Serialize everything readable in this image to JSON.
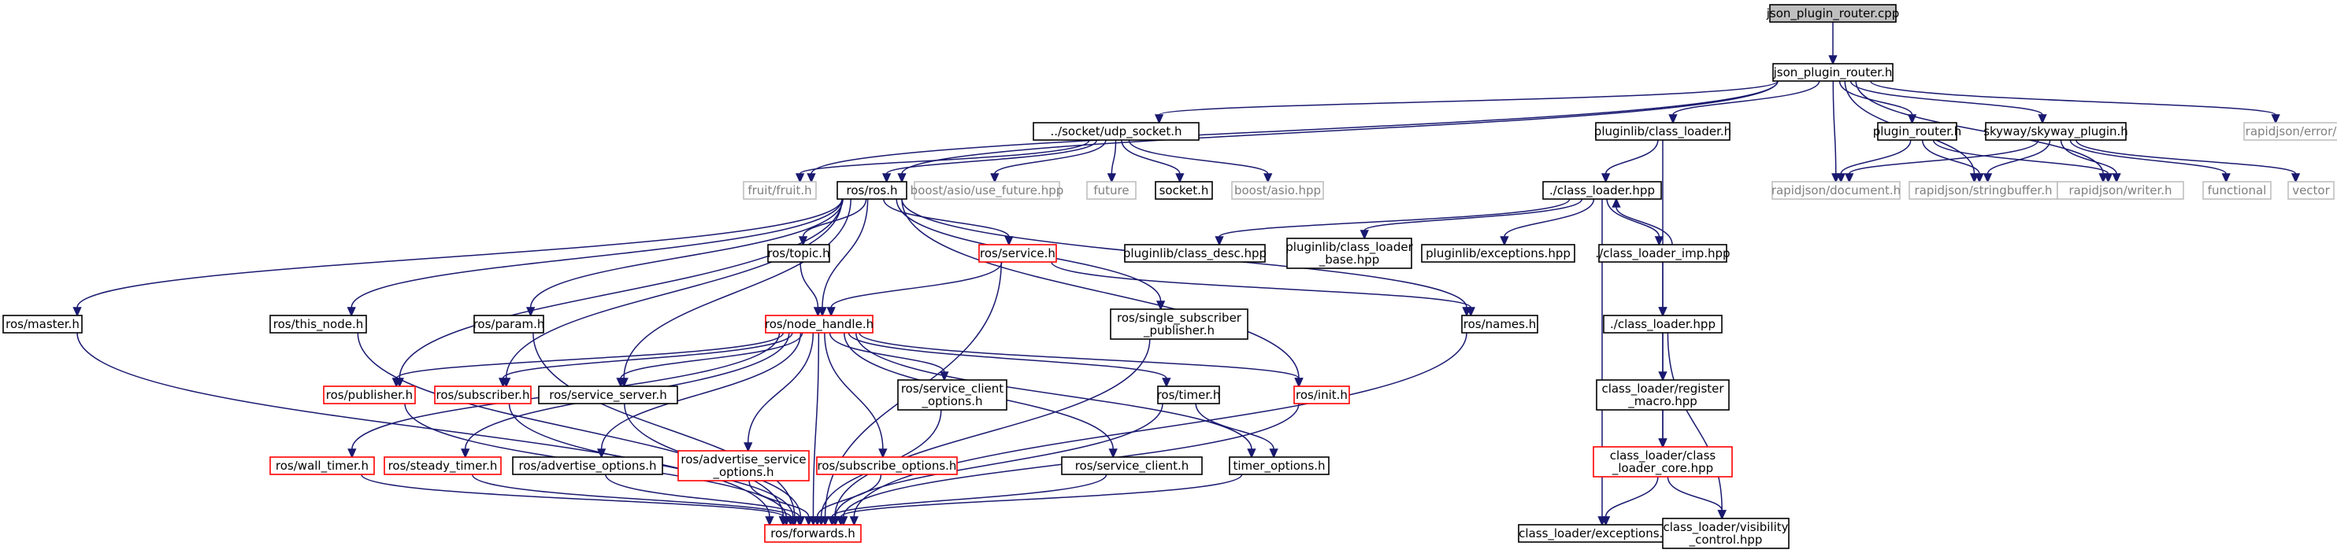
{
  "colors": {
    "edge": "#191970",
    "text": "#000000",
    "normal_border": "#000000",
    "missing_border": "#bfbfbf",
    "missing_text": "#7f7f7f",
    "red_border": "#ff0000",
    "root_fill": "#bfbfbf",
    "fill": "#ffffff"
  },
  "nodes": [
    {
      "id": "root",
      "style": "root",
      "lines": [
        "json_plugin_router.cpp"
      ]
    },
    {
      "id": "jpr_h",
      "style": "normal",
      "lines": [
        "json_plugin_router.h"
      ]
    },
    {
      "id": "udp",
      "style": "normal",
      "lines": [
        "../socket/udp_socket.h"
      ]
    },
    {
      "id": "pl_cl",
      "style": "normal",
      "lines": [
        "pluginlib/class_loader.h"
      ]
    },
    {
      "id": "plugin_router",
      "style": "normal",
      "lines": [
        "plugin_router.h"
      ]
    },
    {
      "id": "skyway",
      "style": "normal",
      "lines": [
        "skyway/skyway_plugin.h"
      ]
    },
    {
      "id": "rj_error",
      "style": "missing",
      "lines": [
        "rapidjson/error/en.h"
      ]
    },
    {
      "id": "fruit",
      "style": "missing",
      "lines": [
        "fruit/fruit.h"
      ]
    },
    {
      "id": "ros_h",
      "style": "normal",
      "lines": [
        "ros/ros.h"
      ]
    },
    {
      "id": "asio_future",
      "style": "missing",
      "lines": [
        "boost/asio/use_future.hpp"
      ]
    },
    {
      "id": "future",
      "style": "missing",
      "lines": [
        "future"
      ]
    },
    {
      "id": "socket",
      "style": "normal",
      "lines": [
        "socket.h"
      ]
    },
    {
      "id": "asio",
      "style": "missing",
      "lines": [
        "boost/asio.hpp"
      ]
    },
    {
      "id": "rj_doc",
      "style": "missing",
      "lines": [
        "rapidjson/document.h"
      ]
    },
    {
      "id": "rj_sb",
      "style": "missing",
      "lines": [
        "rapidjson/stringbuffer.h"
      ]
    },
    {
      "id": "rj_writer",
      "style": "missing",
      "lines": [
        "rapidjson/writer.h"
      ]
    },
    {
      "id": "functional",
      "style": "missing",
      "lines": [
        "functional"
      ]
    },
    {
      "id": "vector",
      "style": "missing",
      "lines": [
        "vector"
      ]
    },
    {
      "id": "cl_hpp",
      "style": "normal",
      "lines": [
        "./class_loader.hpp"
      ]
    },
    {
      "id": "pl_desc",
      "style": "normal",
      "lines": [
        "pluginlib/class_desc.hpp"
      ]
    },
    {
      "id": "pl_base",
      "style": "normal",
      "lines": [
        "pluginlib/class_loader",
        "_base.hpp"
      ]
    },
    {
      "id": "pl_exc",
      "style": "normal",
      "lines": [
        "pluginlib/exceptions.hpp"
      ]
    },
    {
      "id": "cl_imp",
      "style": "normal",
      "lines": [
        "./class_loader_imp.hpp"
      ]
    },
    {
      "id": "cl_hpp2",
      "style": "normal",
      "lines": [
        "./class_loader.hpp"
      ]
    },
    {
      "id": "cl_reg",
      "style": "normal",
      "lines": [
        "class_loader/register",
        "_macro.hpp"
      ]
    },
    {
      "id": "cl_core",
      "style": "red",
      "lines": [
        "class_loader/class",
        "_loader_core.hpp"
      ]
    },
    {
      "id": "cl_exc",
      "style": "normal",
      "lines": [
        "class_loader/exceptions.hpp"
      ]
    },
    {
      "id": "cl_vis",
      "style": "normal",
      "lines": [
        "class_loader/visibility",
        "_control.hpp"
      ]
    },
    {
      "id": "topic",
      "style": "normal",
      "lines": [
        "ros/topic.h"
      ]
    },
    {
      "id": "service",
      "style": "red",
      "lines": [
        "ros/service.h"
      ]
    },
    {
      "id": "master",
      "style": "normal",
      "lines": [
        "ros/master.h"
      ]
    },
    {
      "id": "this_node",
      "style": "normal",
      "lines": [
        "ros/this_node.h"
      ]
    },
    {
      "id": "param",
      "style": "normal",
      "lines": [
        "ros/param.h"
      ]
    },
    {
      "id": "node_handle",
      "style": "red",
      "lines": [
        "ros/node_handle.h"
      ]
    },
    {
      "id": "single_sub",
      "style": "normal",
      "lines": [
        "ros/single_subscriber",
        "_publisher.h"
      ]
    },
    {
      "id": "names",
      "style": "normal",
      "lines": [
        "ros/names.h"
      ]
    },
    {
      "id": "publisher",
      "style": "red",
      "lines": [
        "ros/publisher.h"
      ]
    },
    {
      "id": "subscriber",
      "style": "red",
      "lines": [
        "ros/subscriber.h"
      ]
    },
    {
      "id": "service_server",
      "style": "normal",
      "lines": [
        "ros/service_server.h"
      ]
    },
    {
      "id": "sc_options",
      "style": "normal",
      "lines": [
        "ros/service_client",
        "_options.h"
      ]
    },
    {
      "id": "timer",
      "style": "normal",
      "lines": [
        "ros/timer.h"
      ]
    },
    {
      "id": "init",
      "style": "red",
      "lines": [
        "ros/init.h"
      ]
    },
    {
      "id": "wall_timer",
      "style": "red",
      "lines": [
        "ros/wall_timer.h"
      ]
    },
    {
      "id": "steady_timer",
      "style": "red",
      "lines": [
        "ros/steady_timer.h"
      ]
    },
    {
      "id": "adv_opts",
      "style": "normal",
      "lines": [
        "ros/advertise_options.h"
      ]
    },
    {
      "id": "adv_srv_opts",
      "style": "red",
      "lines": [
        "ros/advertise_service",
        "_options.h"
      ]
    },
    {
      "id": "sub_opts",
      "style": "red",
      "lines": [
        "ros/subscribe_options.h"
      ]
    },
    {
      "id": "service_client",
      "style": "normal",
      "lines": [
        "ros/service_client.h"
      ]
    },
    {
      "id": "timer_opts",
      "style": "normal",
      "lines": [
        "timer_options.h"
      ]
    },
    {
      "id": "forwards",
      "style": "red",
      "lines": [
        "ros/forwards.h"
      ]
    }
  ],
  "edges": [
    [
      "root",
      "jpr_h"
    ],
    [
      "jpr_h",
      "udp"
    ],
    [
      "jpr_h",
      "pl_cl"
    ],
    [
      "jpr_h",
      "plugin_router"
    ],
    [
      "jpr_h",
      "skyway"
    ],
    [
      "jpr_h",
      "rj_error"
    ],
    [
      "jpr_h",
      "fruit"
    ],
    [
      "jpr_h",
      "ros_h"
    ],
    [
      "jpr_h",
      "rj_doc"
    ],
    [
      "jpr_h",
      "rj_sb"
    ],
    [
      "jpr_h",
      "rj_writer"
    ],
    [
      "udp",
      "fruit"
    ],
    [
      "udp",
      "ros_h"
    ],
    [
      "udp",
      "asio_future"
    ],
    [
      "udp",
      "future"
    ],
    [
      "udp",
      "socket"
    ],
    [
      "udp",
      "asio"
    ],
    [
      "pl_cl",
      "cl_hpp"
    ],
    [
      "pl_cl",
      "cl_hpp2"
    ],
    [
      "plugin_router",
      "rj_doc"
    ],
    [
      "plugin_router",
      "rj_sb"
    ],
    [
      "plugin_router",
      "rj_writer"
    ],
    [
      "skyway",
      "rj_doc"
    ],
    [
      "skyway",
      "rj_sb"
    ],
    [
      "skyway",
      "rj_writer"
    ],
    [
      "skyway",
      "functional"
    ],
    [
      "skyway",
      "vector"
    ],
    [
      "cl_hpp",
      "pl_desc"
    ],
    [
      "cl_hpp",
      "pl_base"
    ],
    [
      "cl_hpp",
      "pl_exc"
    ],
    [
      "cl_hpp",
      "cl_imp"
    ],
    [
      "cl_hpp",
      "cl_exc"
    ],
    [
      "cl_imp",
      "cl_hpp"
    ],
    [
      "cl_imp",
      "cl_hpp2"
    ],
    [
      "cl_hpp2",
      "cl_reg"
    ],
    [
      "cl_hpp2",
      "cl_core"
    ],
    [
      "cl_hpp2",
      "cl_vis"
    ],
    [
      "cl_reg",
      "cl_core"
    ],
    [
      "cl_core",
      "cl_exc"
    ],
    [
      "cl_core",
      "cl_vis"
    ],
    [
      "ros_h",
      "master"
    ],
    [
      "ros_h",
      "this_node"
    ],
    [
      "ros_h",
      "param"
    ],
    [
      "ros_h",
      "topic"
    ],
    [
      "ros_h",
      "node_handle"
    ],
    [
      "ros_h",
      "service"
    ],
    [
      "ros_h",
      "single_sub"
    ],
    [
      "ros_h",
      "names"
    ],
    [
      "ros_h",
      "publisher"
    ],
    [
      "ros_h",
      "subscriber"
    ],
    [
      "ros_h",
      "service_server"
    ],
    [
      "ros_h",
      "init"
    ],
    [
      "topic",
      "node_handle"
    ],
    [
      "service",
      "node_handle"
    ],
    [
      "service",
      "names"
    ],
    [
      "service",
      "forwards"
    ],
    [
      "master",
      "forwards"
    ],
    [
      "this_node",
      "forwards"
    ],
    [
      "param",
      "forwards"
    ],
    [
      "single_sub",
      "forwards"
    ],
    [
      "names",
      "forwards"
    ],
    [
      "node_handle",
      "publisher"
    ],
    [
      "node_handle",
      "subscriber"
    ],
    [
      "node_handle",
      "service_server"
    ],
    [
      "node_handle",
      "sc_options"
    ],
    [
      "node_handle",
      "timer"
    ],
    [
      "node_handle",
      "init"
    ],
    [
      "node_handle",
      "wall_timer"
    ],
    [
      "node_handle",
      "steady_timer"
    ],
    [
      "node_handle",
      "adv_opts"
    ],
    [
      "node_handle",
      "adv_srv_opts"
    ],
    [
      "node_handle",
      "sub_opts"
    ],
    [
      "node_handle",
      "service_client"
    ],
    [
      "node_handle",
      "timer_opts"
    ],
    [
      "node_handle",
      "forwards"
    ],
    [
      "publisher",
      "forwards"
    ],
    [
      "subscriber",
      "forwards"
    ],
    [
      "service_server",
      "forwards"
    ],
    [
      "sc_options",
      "forwards"
    ],
    [
      "timer",
      "forwards"
    ],
    [
      "timer",
      "timer_opts"
    ],
    [
      "init",
      "forwards"
    ],
    [
      "wall_timer",
      "forwards"
    ],
    [
      "steady_timer",
      "forwards"
    ],
    [
      "adv_opts",
      "forwards"
    ],
    [
      "adv_srv_opts",
      "forwards"
    ],
    [
      "sub_opts",
      "forwards"
    ],
    [
      "service_client",
      "forwards"
    ],
    [
      "timer_opts",
      "forwards"
    ]
  ]
}
